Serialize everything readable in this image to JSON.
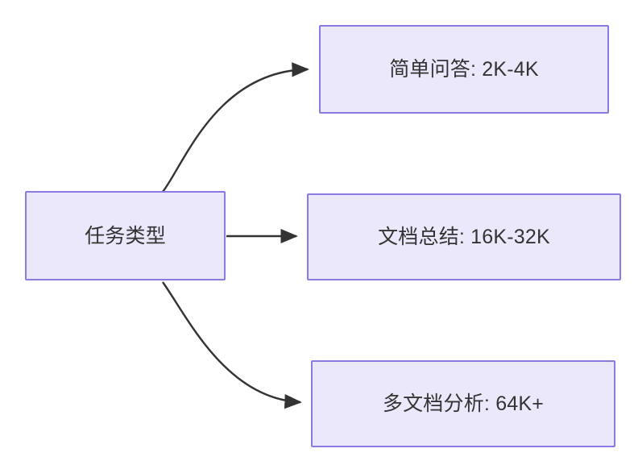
{
  "diagram": {
    "type": "flowchart",
    "direction": "left-to-right",
    "background_color": "#ffffff",
    "node_fill_color": "#ebe8fb",
    "node_border_color": "#8b7ae0",
    "node_text_color": "#333333",
    "edge_color": "#333333",
    "root": {
      "id": "root",
      "label": "任务类型"
    },
    "children": [
      {
        "id": "simple-qa",
        "label": "简单问答: 2K-4K",
        "task": "简单问答",
        "context_length": "2K-4K"
      },
      {
        "id": "doc-summary",
        "label": "文档总结: 16K-32K",
        "task": "文档总结",
        "context_length": "16K-32K"
      },
      {
        "id": "multi-doc",
        "label": "多文档分析: 64K+",
        "task": "多文档分析",
        "context_length": "64K+"
      }
    ],
    "edges": [
      {
        "id": "edge-root-simple-qa",
        "from": "任务类型",
        "to": "简单问答: 2K-4K",
        "style": "curved-arrow"
      },
      {
        "id": "edge-root-doc-summary",
        "from": "任务类型",
        "to": "文档总结: 16K-32K",
        "style": "straight-arrow"
      },
      {
        "id": "edge-root-multi-doc",
        "from": "任务类型",
        "to": "多文档分析: 64K+",
        "style": "curved-arrow"
      }
    ]
  }
}
